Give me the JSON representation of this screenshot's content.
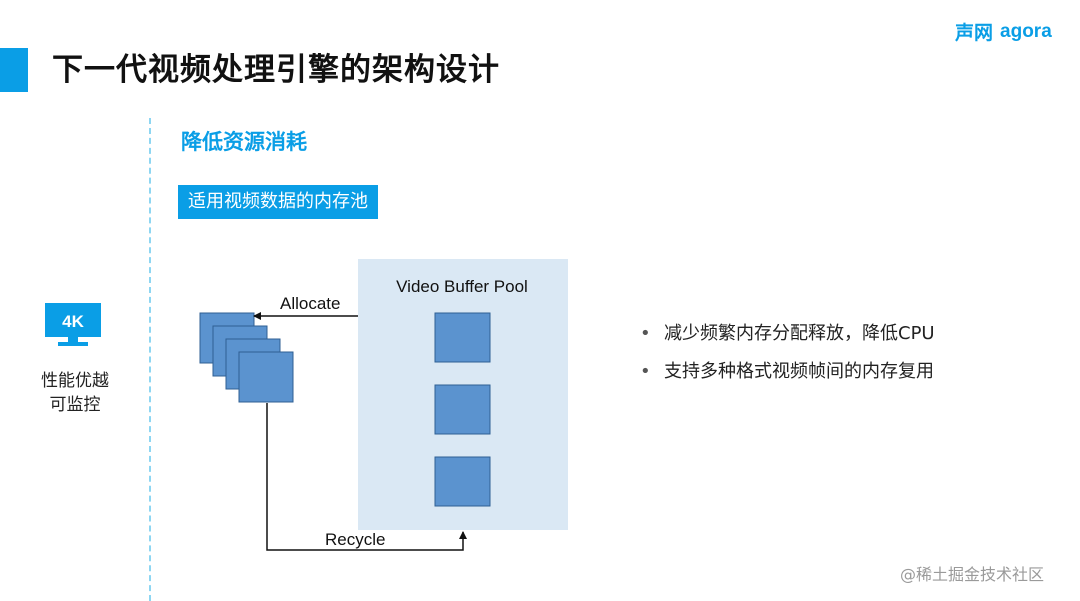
{
  "header": {
    "title": "下一代视频处理引擎的架构设计",
    "accent_color": "#0a9ee6"
  },
  "logo": {
    "cn_text": "声网",
    "en_text": "agora"
  },
  "sidebar": {
    "icon": "monitor-4k-icon",
    "monitor_text": "4K",
    "label_line1": "性能优越",
    "label_line2": "可监控"
  },
  "main": {
    "section_title": "降低资源消耗",
    "tag": "适用视频数据的内存池"
  },
  "diagram": {
    "pool_label": "Video Buffer Pool",
    "allocate_label": "Allocate",
    "recycle_label": "Recycle",
    "pool_buffer_count": 3,
    "allocated_buffer_count": 4,
    "colors": {
      "pool_background": "#dae8f4",
      "buffer_fill": "#5b93cf",
      "buffer_stroke": "#2f5f93"
    }
  },
  "bullets": [
    "减少频繁内存分配释放，降低CPU",
    "支持多种格式视频帧间的内存复用"
  ],
  "watermark": "@稀土掘金技术社区"
}
